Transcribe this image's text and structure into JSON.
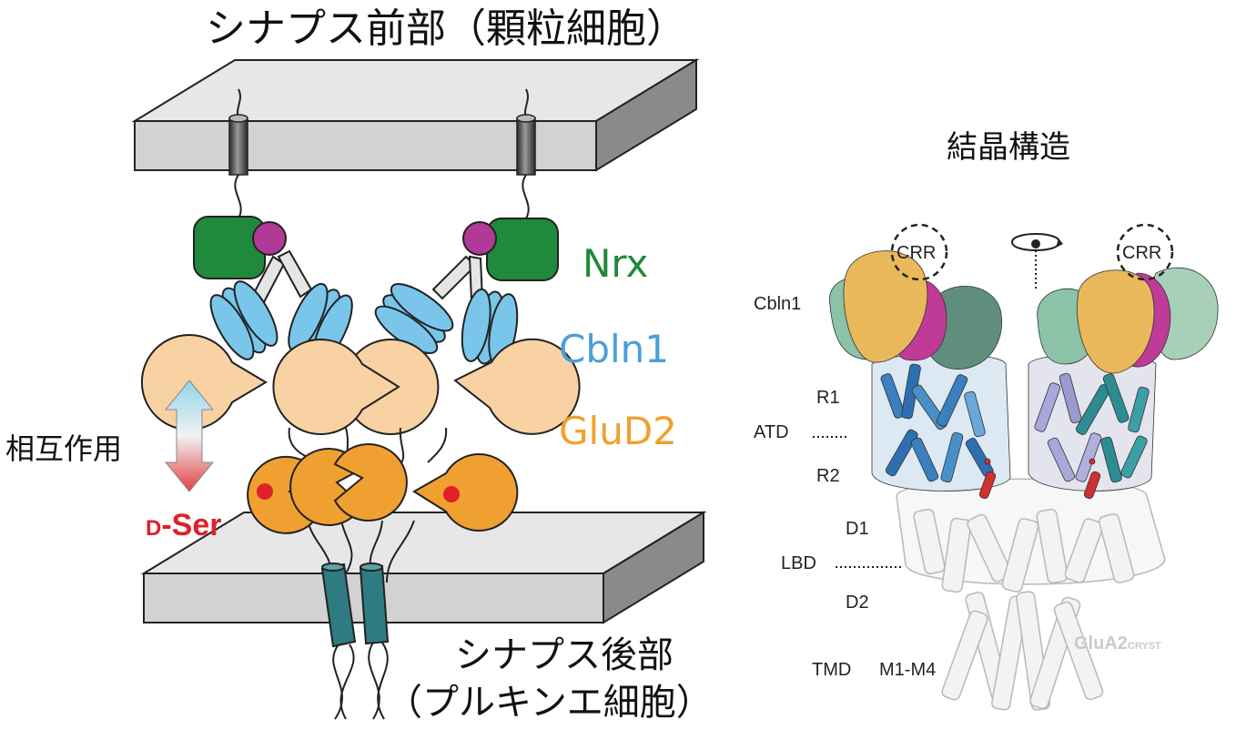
{
  "left_diagram": {
    "title_presynapse": "シナプス前部（顆粒細胞）",
    "label_nrx": "Nrx",
    "label_cbln1": "Cbln1",
    "label_glud2": "GluD2",
    "label_interaction": "相互作用",
    "label_dser_prefix": "D",
    "label_dser_suffix": "-Ser",
    "title_postsynapse_line1": "シナプス後部",
    "title_postsynapse_line2": "（プルキンエ細胞）"
  },
  "right_structure": {
    "title": "結晶構造",
    "label_crr_left": "CRR",
    "label_crr_right": "CRR",
    "label_cbln1": "Cbln1",
    "label_r1": "R1",
    "label_atd": "ATD",
    "label_r2": "R2",
    "label_d1": "D1",
    "label_lbd": "LBD",
    "label_d2": "D2",
    "label_tmd": "TMD",
    "label_m1m4": "M1-M4",
    "label_glua2": "GluA2",
    "label_glua2_sub": "CRYST"
  },
  "colors": {
    "nrx": "#1f8a3c",
    "nrx_ball": "#b03a96",
    "cbln1": "#4a9fd8",
    "glud2": "#f0a030",
    "glud2_atd": "#f8d2a2",
    "dser": "#e0202a",
    "membrane": "#d2d2d2",
    "tmd_cylinder": "#2f7b82"
  }
}
